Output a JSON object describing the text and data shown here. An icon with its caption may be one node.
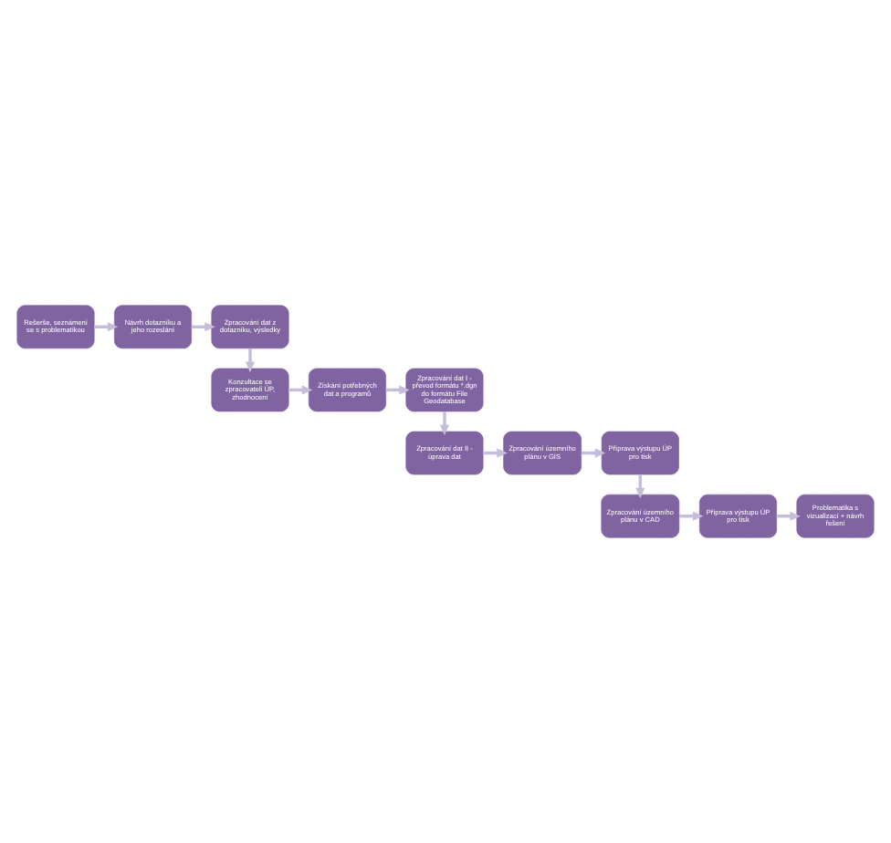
{
  "diagram": {
    "nodes": [
      {
        "text": [
          "Rešerše, seznámení se s problematikou"
        ]
      },
      {
        "text": [
          "Návrh dotazníku a jeho rozeslání"
        ]
      },
      {
        "text": [
          "Zpracování dat z dotazníku, výsledky"
        ]
      },
      {
        "text": [
          "Konzultace se zpracovateli ÚP, zhodnocení"
        ]
      },
      {
        "text": [
          "Získání potřebných dat a programů"
        ]
      },
      {
        "text": [
          "Zpracování dat I - převod formátu *.dgn do formátu File Geodatabase"
        ]
      },
      {
        "text": [
          "Zpracování dat II - úprava dat"
        ]
      },
      {
        "text": [
          "Zpracování územního plánu v GIS"
        ]
      },
      {
        "text": [
          "Příprava výstupu ÚP pro tisk"
        ]
      },
      {
        "text": [
          "Zpracování územního plánu v CAD"
        ]
      },
      {
        "text": [
          "Příprava výstupu ÚP pro tisk"
        ]
      },
      {
        "text": [
          "Problematika s vizualizací + návrh řešení"
        ]
      }
    ],
    "edges": [
      {
        "from": 0,
        "to": 1,
        "arrow": "to"
      },
      {
        "from": 1,
        "to": 2,
        "arrow": "to"
      },
      {
        "from": 2,
        "to": 3,
        "arrow": "to"
      },
      {
        "from": 3,
        "to": 4,
        "arrow": "to"
      },
      {
        "from": 4,
        "to": 5,
        "arrow": "to"
      },
      {
        "from": 5,
        "to": 6,
        "arrow": "to"
      },
      {
        "from": 6,
        "to": 7,
        "arrow": "to"
      },
      {
        "from": 7,
        "to": 8,
        "arrow": "to"
      },
      {
        "from": 8,
        "to": 9,
        "arrow": "to"
      },
      {
        "from": 9,
        "to": 10,
        "arrow": "to"
      },
      {
        "from": 10,
        "to": 11,
        "arrow": "to"
      }
    ]
  }
}
